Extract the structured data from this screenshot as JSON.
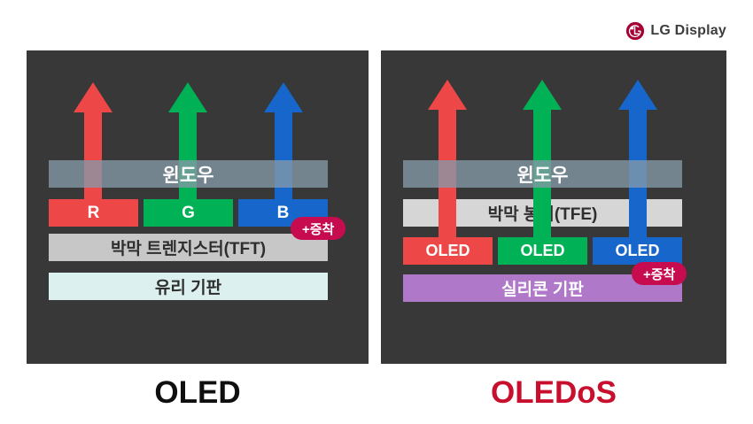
{
  "logo": {
    "text": "LG Display",
    "symbol": "lg-circle-logo",
    "color": "#a50034"
  },
  "colors": {
    "panel_bg": "#383838",
    "red": "#ee4747",
    "green": "#00b155",
    "blue": "#1666cb",
    "window_bar": "rgba(133,154,168,0.78)",
    "tft_bar": "#c7c7c7",
    "tfe_bar": "#d6d6d6",
    "glass_bar": "#dcf1ef",
    "silicon_bar": "#b078c8",
    "badge": "#c60c4e",
    "oledos_title": "#c8102e"
  },
  "left": {
    "title": "OLED",
    "window_label": "윈도우",
    "blocks": [
      {
        "label": "R"
      },
      {
        "label": "G"
      },
      {
        "label": "B"
      }
    ],
    "badge_label": "+증착",
    "tft_label": "박막 트렌지스터(TFT)",
    "substrate_label": "유리 기판"
  },
  "right": {
    "title": "OLEDoS",
    "window_label": "윈도우",
    "tfe_label": "박막 봉지(TFE)",
    "blocks": [
      {
        "label": "OLED"
      },
      {
        "label": "OLED"
      },
      {
        "label": "OLED"
      }
    ],
    "badge_label": "+증착",
    "substrate_label": "실리콘 기판"
  }
}
